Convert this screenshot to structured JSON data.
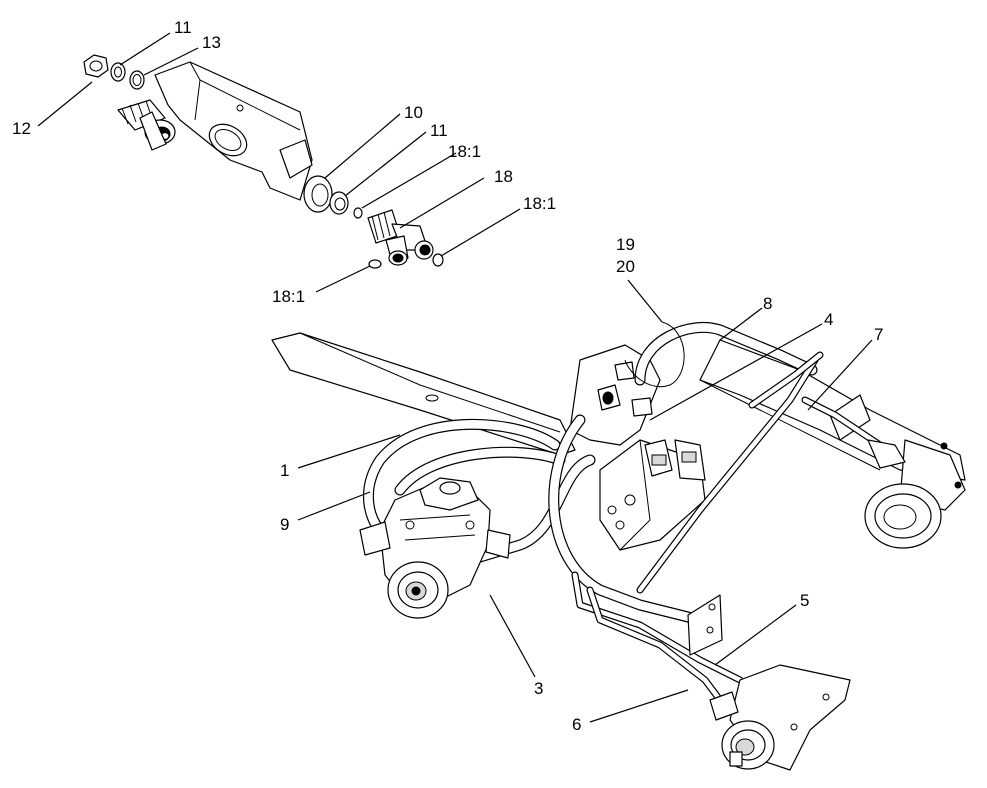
{
  "callouts": {
    "c11a": "11",
    "c13": "13",
    "c12": "12",
    "c10": "10",
    "c11b": "11",
    "c18_1a": "18:1",
    "c18": "18",
    "c18_1b": "18:1",
    "c18_1c": "18:1",
    "c19": "19",
    "c20": "20",
    "c8": "8",
    "c4": "4",
    "c7": "7",
    "c1": "1",
    "c9": "9",
    "c3": "3",
    "c5": "5",
    "c6": "6"
  }
}
